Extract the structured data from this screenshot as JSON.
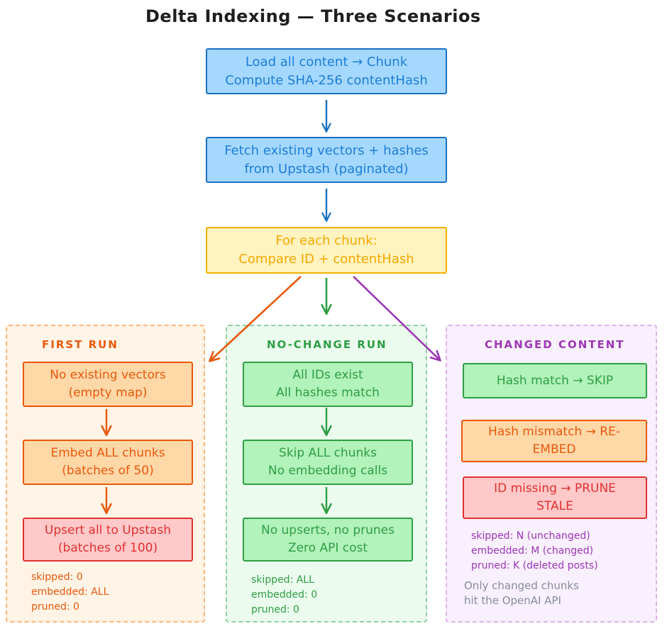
{
  "title": "Delta Indexing — Three Scenarios",
  "palette": {
    "blue_stroke": "#1971c2",
    "blue_fill": "#a5d8ff",
    "yellow_stroke": "#f5b000",
    "yellow_fill": "#fff3bf",
    "orange_stroke": "#e8590c",
    "orange_fill": "#ffd8a8",
    "red_stroke": "#e03131",
    "red_fill": "#ffc9c9",
    "green_stroke": "#2f9e44",
    "green_fill": "#b2f2bb",
    "purple_stroke": "#9c36b5",
    "panel_first_bg": "#fff4e6",
    "panel_first_border": "#ffb57a",
    "panel_nochange_bg": "#ebfbee",
    "panel_nochange_border": "#8fd19e",
    "panel_changed_bg": "#f8f0fc",
    "panel_changed_border": "#e0b0ea",
    "note_gray": "#868e96",
    "title_color": "#1e1e1e"
  },
  "flow": {
    "load": {
      "line1": "Load all content → Chunk",
      "line2": "Compute SHA-256 contentHash"
    },
    "fetch": {
      "line1": "Fetch existing vectors + hashes",
      "line2": "from Upstash (paginated)"
    },
    "compare": {
      "line1": "For each chunk:",
      "line2": "Compare ID + contentHash"
    }
  },
  "panels": [
    {
      "label": "FIRST RUN",
      "boxes": [
        {
          "line1": "No existing vectors",
          "line2": "(empty map)"
        },
        {
          "line1": "Embed ALL chunks",
          "line2": "(batches of 50)"
        },
        {
          "line1": "Upsert all to Upstash",
          "line2": "(batches of 100)"
        }
      ],
      "stats": [
        "skipped: 0",
        "embedded: ALL",
        "pruned: 0"
      ]
    },
    {
      "label": "NO-CHANGE RUN",
      "boxes": [
        {
          "line1": "All IDs exist",
          "line2": "All hashes match"
        },
        {
          "line1": "Skip ALL chunks",
          "line2": "No embedding calls"
        },
        {
          "line1": "No upserts, no prunes",
          "line2": "Zero API cost"
        }
      ],
      "stats": [
        "skipped: ALL",
        "embedded: 0",
        "pruned: 0"
      ]
    },
    {
      "label": "CHANGED CONTENT",
      "boxes": [
        {
          "text": "Hash match → SKIP"
        },
        {
          "text": "Hash mismatch → RE-EMBED"
        },
        {
          "text": "ID missing → PRUNE STALE"
        }
      ],
      "stats": [
        "skipped: N (unchanged)",
        "embedded: M (changed)",
        "pruned: K (deleted posts)"
      ],
      "note": [
        "Only changed chunks",
        "hit the OpenAI API"
      ]
    }
  ]
}
